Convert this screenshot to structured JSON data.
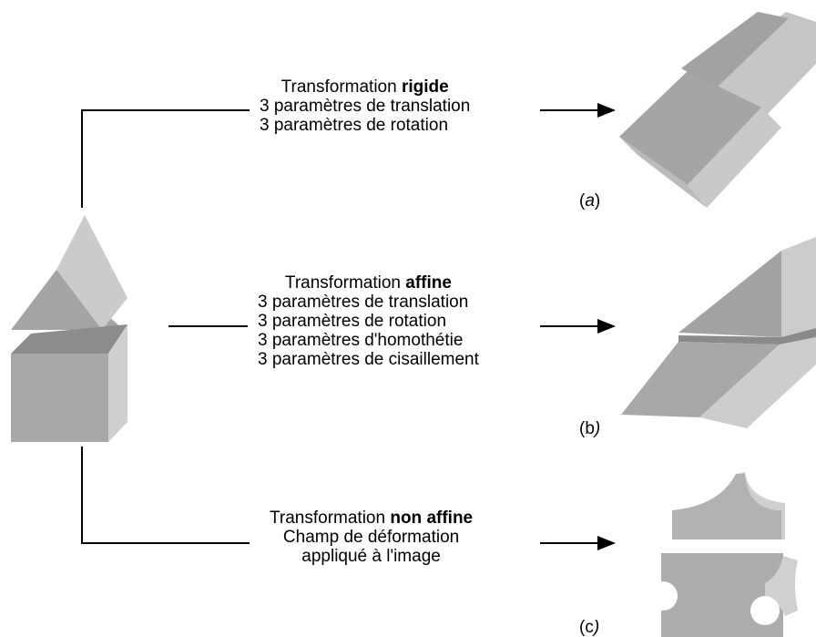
{
  "transformations": [
    {
      "title_prefix": "Transformation ",
      "title_bold": "rigide",
      "lines": [
        "3 paramètres de translation",
        "3 paramètres de rotation"
      ],
      "label": "a"
    },
    {
      "title_prefix": "Transformation ",
      "title_bold": "affine",
      "lines": [
        "3 paramètres de translation",
        "3 paramètres de rotation",
        "3 paramètres d'homothétie",
        "3 paramètres de cisaillement"
      ],
      "label": "b"
    },
    {
      "title_prefix": "Transformation ",
      "title_bold": "non affine",
      "lines": [
        "Champ de déformation",
        "appliqué à l'image"
      ],
      "label": "c"
    }
  ],
  "colors": {
    "shape_front": "#a9a9a9",
    "shape_side": "#cdcdcd",
    "shape_top": "#8f8f8f",
    "line": "#000000"
  }
}
